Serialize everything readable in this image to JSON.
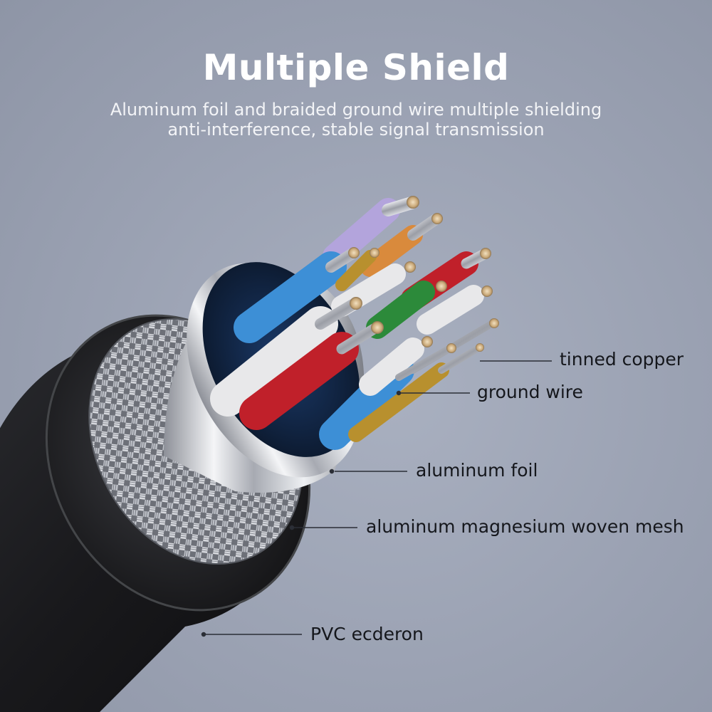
{
  "header": {
    "title": "Multiple Shield",
    "subtitle_line1": "Aluminum foil and braided ground wire multiple shielding",
    "subtitle_line2": "anti-interference, stable signal transmission"
  },
  "callouts": {
    "tinned_copper": "tinned copper",
    "ground_wire": "ground wire",
    "aluminum_foil": "aluminum foil",
    "woven_mesh": "aluminum magnesium woven mesh",
    "pvc_jacket": "PVC ecderon"
  },
  "colors": {
    "background": "#9aa1b2",
    "title": "#ffffff",
    "callout_text": "#15171c",
    "jacket": "#1a1a1c",
    "wire_purple": "#b3a4dc",
    "wire_orange": "#d98a3c",
    "wire_blue": "#3d8fd6",
    "wire_red": "#c0202a",
    "wire_green": "#2c8a3a",
    "wire_white": "#e8e8ea",
    "wire_gold": "#b8902e"
  }
}
